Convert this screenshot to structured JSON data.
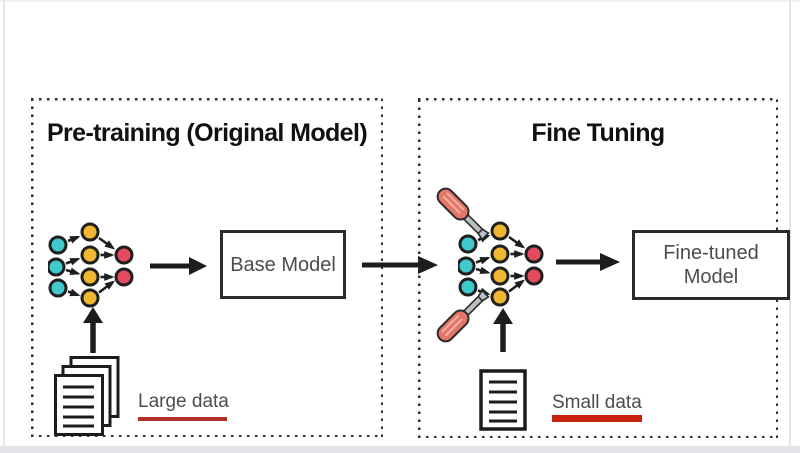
{
  "panels": {
    "pretraining": {
      "title": "Pre-training (Original Model)",
      "model_box": "Base Model",
      "data_label": "Large data"
    },
    "finetuning": {
      "title": "Fine Tuning",
      "model_box": "Fine-tuned Model",
      "data_label": "Small data"
    }
  },
  "icons": [
    "neural-network-icon",
    "screwdriver-icon",
    "document-stack-icon",
    "document-icon",
    "arrow-right-icon",
    "arrow-up-icon"
  ],
  "colors": {
    "node_input": "#3ec9cf",
    "node_hidden": "#f0b731",
    "node_output": "#e44b5f",
    "node_outline": "#1f1f1f",
    "arrow": "#1d1d1d",
    "underline_large": "#b02f26",
    "underline_small": "#c5230e",
    "screwdriver_handle": "#e4766a",
    "screwdriver_stripe": "#f4b0a6",
    "screwdriver_shaft": "#bcc0c5",
    "box_border": "#2b2b2b",
    "label_text": "#4d4d4d",
    "title_text": "#111111"
  }
}
